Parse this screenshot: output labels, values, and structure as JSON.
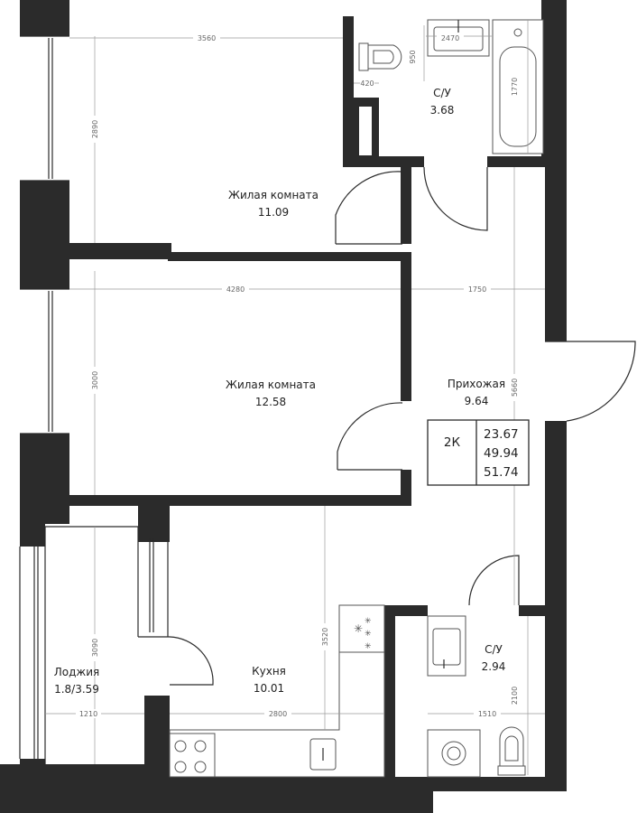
{
  "rooms": {
    "bathroom1": {
      "name": "С/У",
      "area": "3.68"
    },
    "living1": {
      "name": "Жилая комната",
      "area": "11.09"
    },
    "living2": {
      "name": "Жилая комната",
      "area": "12.58"
    },
    "hallway": {
      "name": "Прихожая",
      "area": "9.64"
    },
    "kitchen": {
      "name": "Кухня",
      "area": "10.01"
    },
    "loggia": {
      "name": "Лоджия",
      "area": "1.8/3.59"
    },
    "bathroom2": {
      "name": "С/У",
      "area": "2.94"
    }
  },
  "summary": {
    "type": "2К",
    "living_area": "23.67",
    "total_area": "49.94",
    "total_with_loggia": "51.74"
  },
  "dimensions": {
    "living1_width": "3560",
    "living1_depth": "2890",
    "bath1_width": "2470",
    "bath1_wc_depth": "950",
    "bath1_small": "420",
    "bath1_tub": "1770",
    "living2_width": "4280",
    "hall_width": "1750",
    "living2_depth": "3000",
    "hall_length": "5660",
    "kitchen_depth": "3520",
    "loggia_depth": "3090",
    "loggia_width": "1210",
    "kitchen_width": "2800",
    "bath2_width": "1510",
    "bath2_depth": "2100"
  }
}
